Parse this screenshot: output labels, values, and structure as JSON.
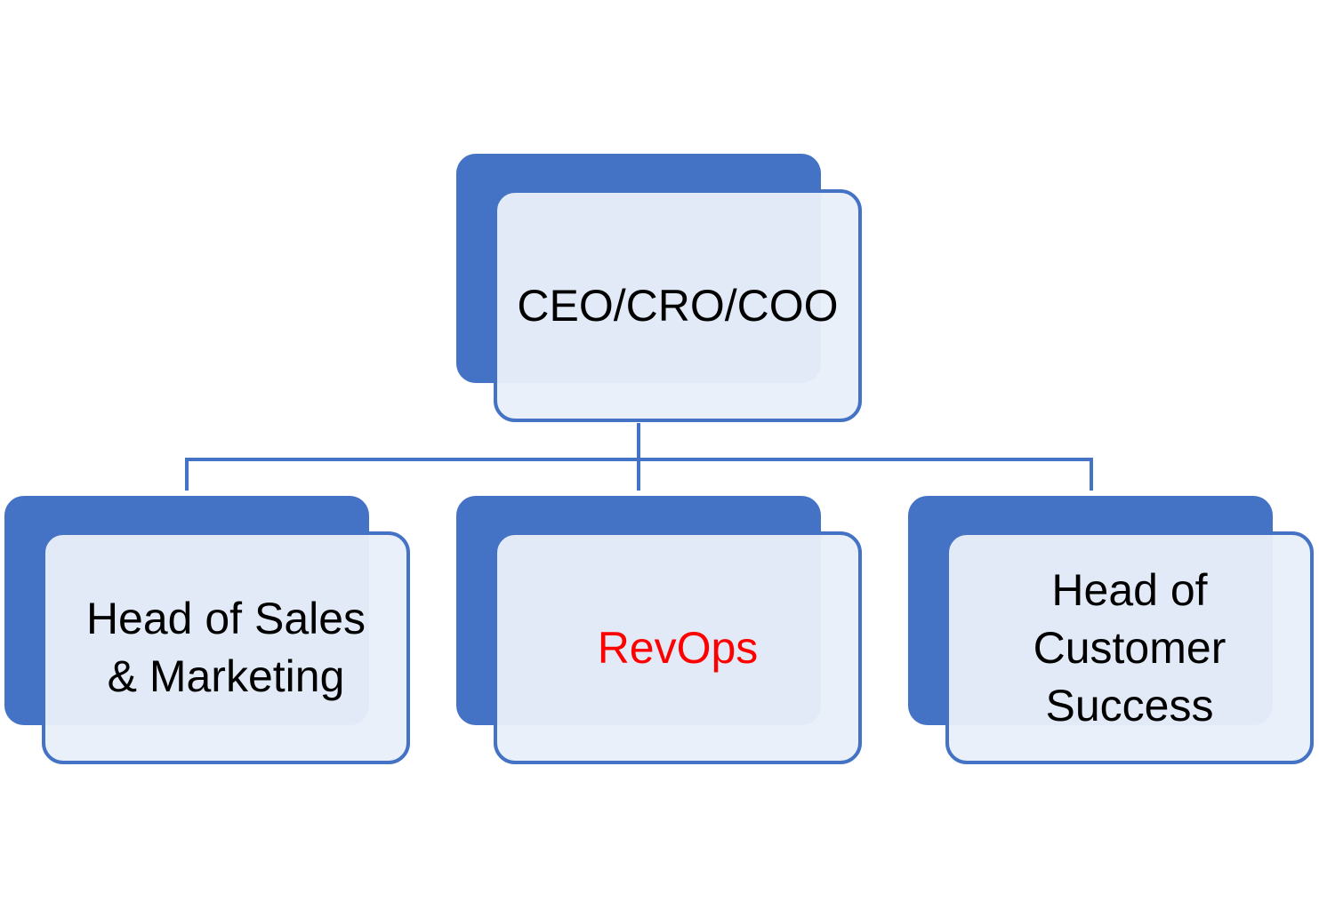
{
  "diagram": {
    "colors": {
      "accent": "#4472c4",
      "box_fill": "#e9eff9",
      "text": "#000000",
      "highlight_text": "#ff0000"
    },
    "root": {
      "label": "CEO/CRO/COO"
    },
    "children": [
      {
        "label": "Head of Sales\n& Marketing",
        "color": "#000000"
      },
      {
        "label": "RevOps",
        "color": "#ff0000"
      },
      {
        "label": "Head of\nCustomer\nSuccess",
        "color": "#000000"
      }
    ]
  }
}
